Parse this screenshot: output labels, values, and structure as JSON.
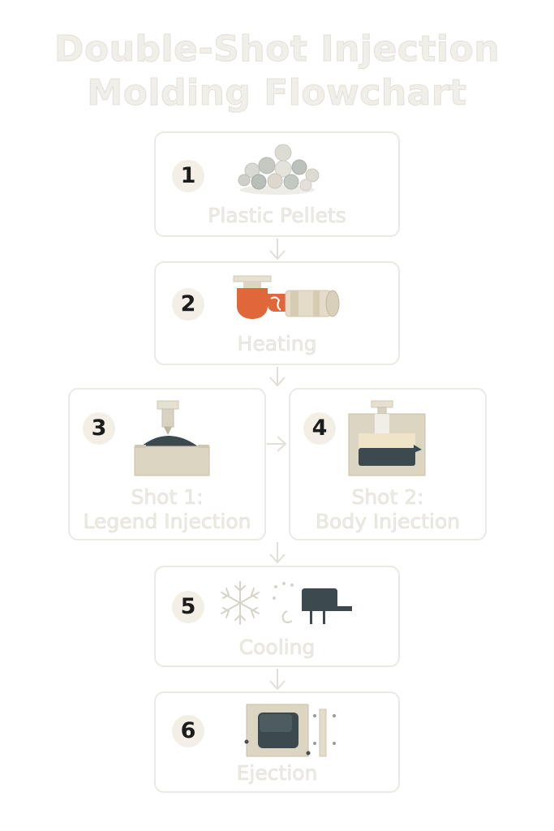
{
  "title": {
    "line1": "Double-Shot Injection",
    "line2": "Molding Flowchart"
  },
  "steps": [
    {
      "number": "1",
      "label": "Plastic Pellets",
      "icon": "plastic-pellets-icon"
    },
    {
      "number": "2",
      "label": "Heating",
      "icon": "heating-barrel-icon"
    },
    {
      "number": "3",
      "label_line1": "Shot 1:",
      "label_line2": "Legend Injection",
      "icon": "legend-injection-mold-icon"
    },
    {
      "number": "4",
      "label_line1": "Shot 2:",
      "label_line2": "Body Injection",
      "icon": "body-injection-mold-icon"
    },
    {
      "number": "5",
      "label": "Cooling",
      "icon": "snowflake-icon"
    },
    {
      "number": "6",
      "label": "Ejection",
      "icon": "ejected-keycap-icon"
    }
  ],
  "colors": {
    "box_border": "#ebe9e3",
    "badge_fill": "#f3efe6",
    "heated_plastic": "#e0673a",
    "keycap": "#3c4a4f",
    "mold": "#dcd5c2"
  }
}
